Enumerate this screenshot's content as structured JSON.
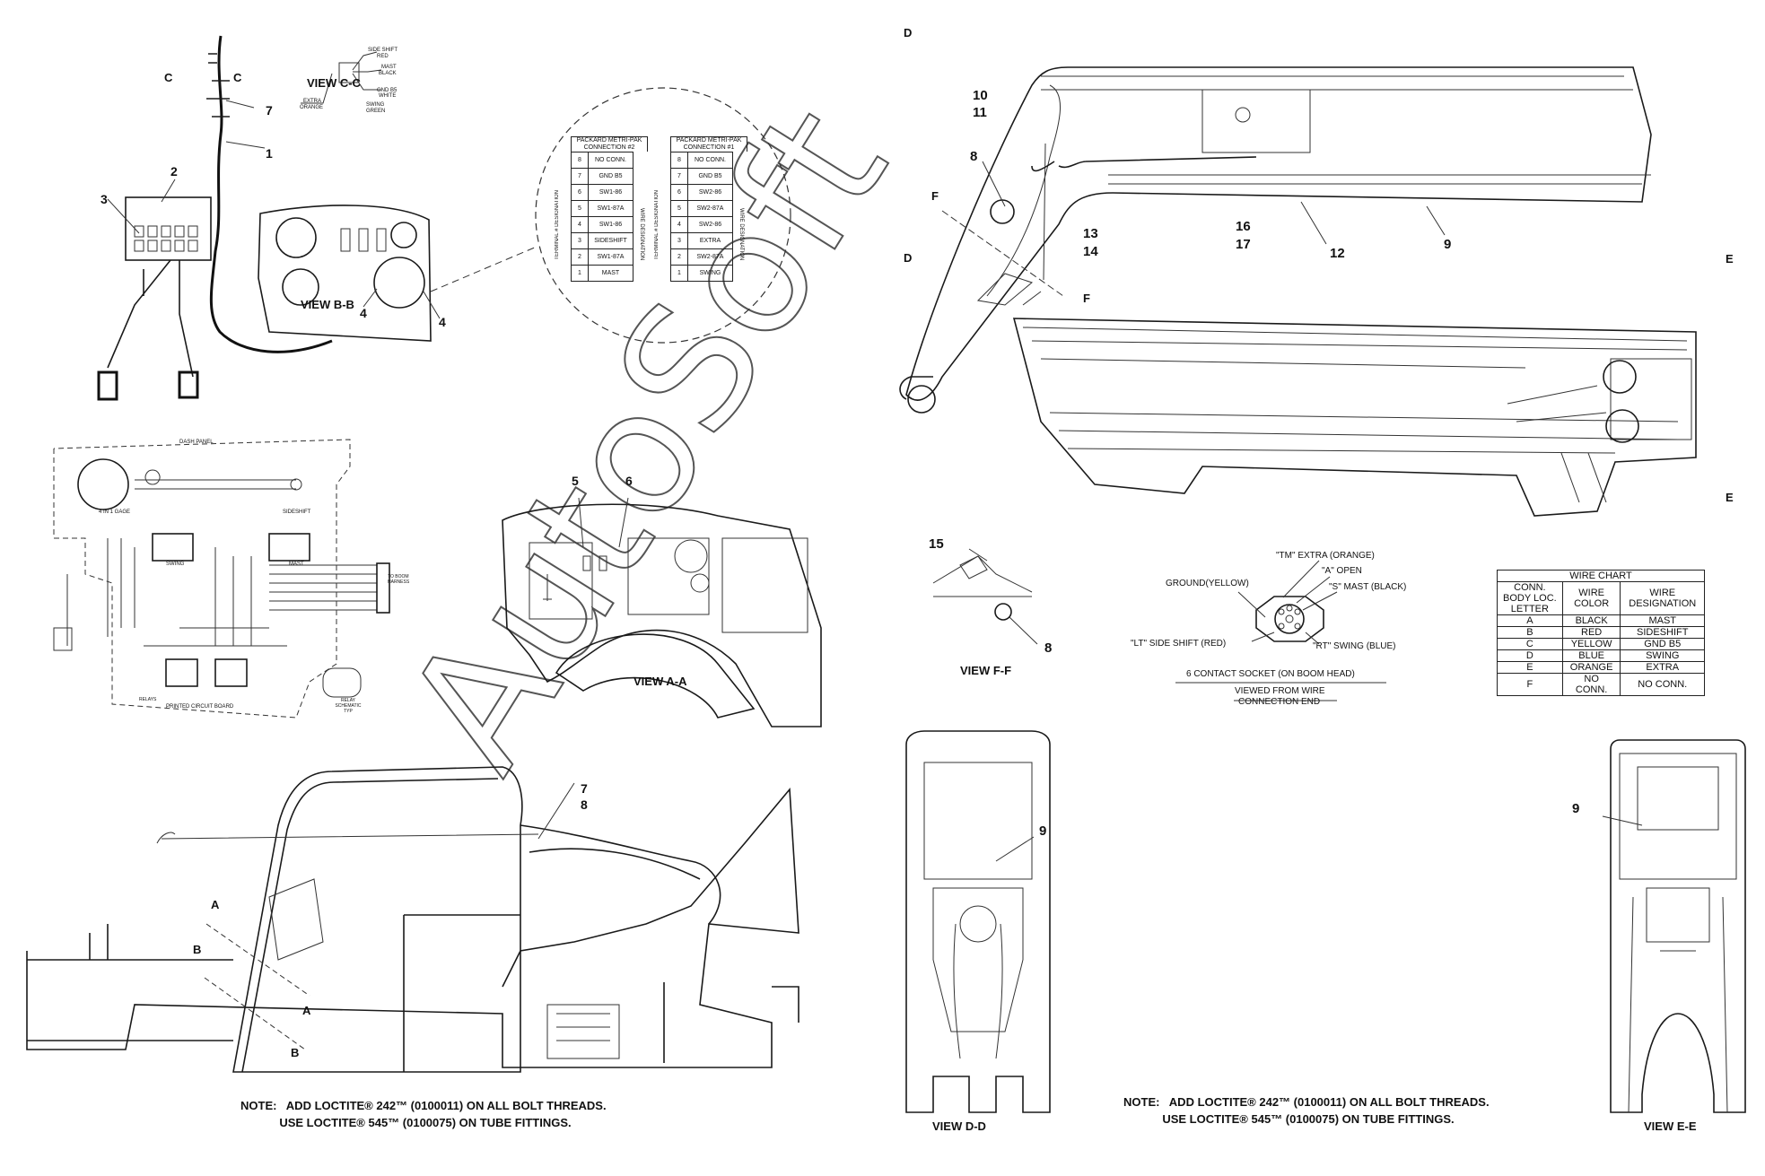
{
  "callouts": {
    "c1": "1",
    "c2": "2",
    "c3": "3",
    "c4a": "4",
    "c4b": "4",
    "c5": "5",
    "c6": "6",
    "c7a": "7",
    "c7b": "7",
    "c8a": "8",
    "c8b": "8",
    "c8c": "8",
    "c9a": "9",
    "c9b": "9",
    "c9c": "9",
    "c10": "10",
    "c11": "11",
    "c12": "12",
    "c13": "13",
    "c14": "14",
    "c15": "15",
    "c16": "16",
    "c17": "17"
  },
  "section_letters": {
    "c_left": "C",
    "c_right": "C",
    "d_top": "D",
    "d_bottom": "D",
    "e_top": "E",
    "e_bottom": "E",
    "f_top": "F",
    "f_bottom": "F",
    "a_top": "A",
    "a_bottom": "A",
    "b_top": "B",
    "b_bottom": "B"
  },
  "views": {
    "view_cc": "VIEW C-C",
    "view_bb": "VIEW B-B",
    "view_aa": "VIEW A-A",
    "view_ff": "VIEW F-F",
    "view_dd": "VIEW D-D",
    "view_ee": "VIEW E-E"
  },
  "view_cc_labels": {
    "side_shift": "SIDE SHIFT",
    "red": "RED",
    "mast": "MAST",
    "black": "BLACK",
    "gnd": "GND B5",
    "white": "WHITE",
    "swing": "SWING",
    "green": "GREEN",
    "extra": "EXTRA",
    "orange": "ORANGE"
  },
  "schematic": {
    "dash_panel": "DASH PANEL",
    "gage": "4 IN 1 GAGE",
    "sideshift": "SIDESHIFT",
    "mast": "MAST",
    "swing": "SWING",
    "pcb": "PRINTED CIRCUIT BOARD",
    "relays": "RELAYS",
    "relay_schematic": "RELAY SCHEMATIC TYP",
    "harness": "TO BOOM HARNESS"
  },
  "packard_2": {
    "title1": "PACKARD METRI-PAK",
    "title2": "CONNECTION #2",
    "side_left": "TERMINAL # DESIGNATION",
    "side_right": "WIRE DESIGNATION",
    "rows": [
      {
        "n": "8",
        "v": "NO CONN."
      },
      {
        "n": "7",
        "v": "GND B5"
      },
      {
        "n": "6",
        "v": "SW1-86"
      },
      {
        "n": "5",
        "v": "SW1-87A"
      },
      {
        "n": "4",
        "v": "SW1-86"
      },
      {
        "n": "3",
        "v": "SIDESHIFT"
      },
      {
        "n": "2",
        "v": "SW1-87A"
      },
      {
        "n": "1",
        "v": "MAST"
      }
    ]
  },
  "packard_1": {
    "title1": "PACKARD METRI-PAK",
    "title2": "CONNECTION #1",
    "side_left": "TERMINAL # DESIGNATION",
    "side_right": "WIRE DESIGNATION",
    "rows": [
      {
        "n": "8",
        "v": "NO CONN."
      },
      {
        "n": "7",
        "v": "GND B5"
      },
      {
        "n": "6",
        "v": "SW2-86"
      },
      {
        "n": "5",
        "v": "SW2-87A"
      },
      {
        "n": "4",
        "v": "SW2-86"
      },
      {
        "n": "3",
        "v": "EXTRA"
      },
      {
        "n": "2",
        "v": "SW2-87A"
      },
      {
        "n": "1",
        "v": "SWING"
      }
    ]
  },
  "socket": {
    "tm": "\"TM\" EXTRA (ORANGE)",
    "a": "\"A\" OPEN",
    "s": "\"S\" MAST (BLACK)",
    "ground": "GROUND(YELLOW)",
    "lt": "\"LT\" SIDE SHIFT (RED)",
    "rt": "\"RT\" SWING (BLUE)",
    "title": "6 CONTACT SOCKET (ON BOOM HEAD)",
    "viewed1": "VIEWED FROM WIRE",
    "viewed2": "CONNECTION END"
  },
  "wire_chart": {
    "title": "WIRE CHART",
    "headers": [
      "CONN. BODY LOC. LETTER",
      "WIRE COLOR",
      "WIRE DESIGNATION"
    ],
    "rows": [
      [
        "A",
        "BLACK",
        "MAST"
      ],
      [
        "B",
        "RED",
        "SIDESHIFT"
      ],
      [
        "C",
        "YELLOW",
        "GND B5"
      ],
      [
        "D",
        "BLUE",
        "SWING"
      ],
      [
        "E",
        "ORANGE",
        "EXTRA"
      ],
      [
        "F",
        "NO CONN.",
        "NO CONN."
      ]
    ]
  },
  "notes": {
    "left_line1": "NOTE:   ADD LOCTITE® 242™ (0100011) ON ALL BOLT THREADS.",
    "left_line2": "            USE LOCTITE® 545™ (0100075) ON TUBE FITTINGS.",
    "right_line1": "NOTE:   ADD LOCTITE® 242™ (0100011) ON ALL BOLT THREADS.",
    "right_line2": "            USE LOCTITE® 545™ (0100075) ON TUBE FITTINGS."
  },
  "watermark": "AutoSoft"
}
